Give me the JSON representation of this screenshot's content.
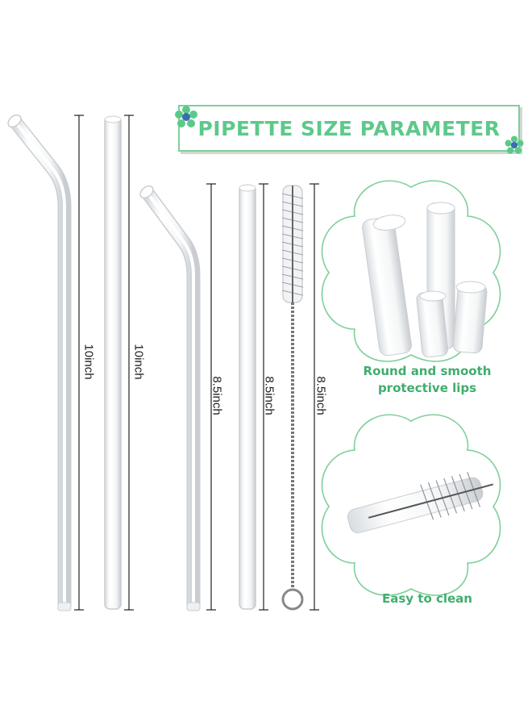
{
  "title": "PIPETTE SIZE PARAMETER",
  "items": [
    {
      "name": "bent straw long",
      "length": "10inch"
    },
    {
      "name": "straight straw long",
      "length": "10inch"
    },
    {
      "name": "bent straw short",
      "length": "8.5inch"
    },
    {
      "name": "straight straw short",
      "length": "8.5inch"
    },
    {
      "name": "cleaning brush",
      "length": "8.5inch"
    }
  ],
  "features": [
    {
      "caption_line1": "Round and smooth",
      "caption_line2": "protective lips"
    },
    {
      "caption_line1": "Easy to clean",
      "caption_line2": ""
    }
  ],
  "colors": {
    "accent": "#5cc98a",
    "outline": "#7fcf9a",
    "dimension_line": "#222222"
  }
}
